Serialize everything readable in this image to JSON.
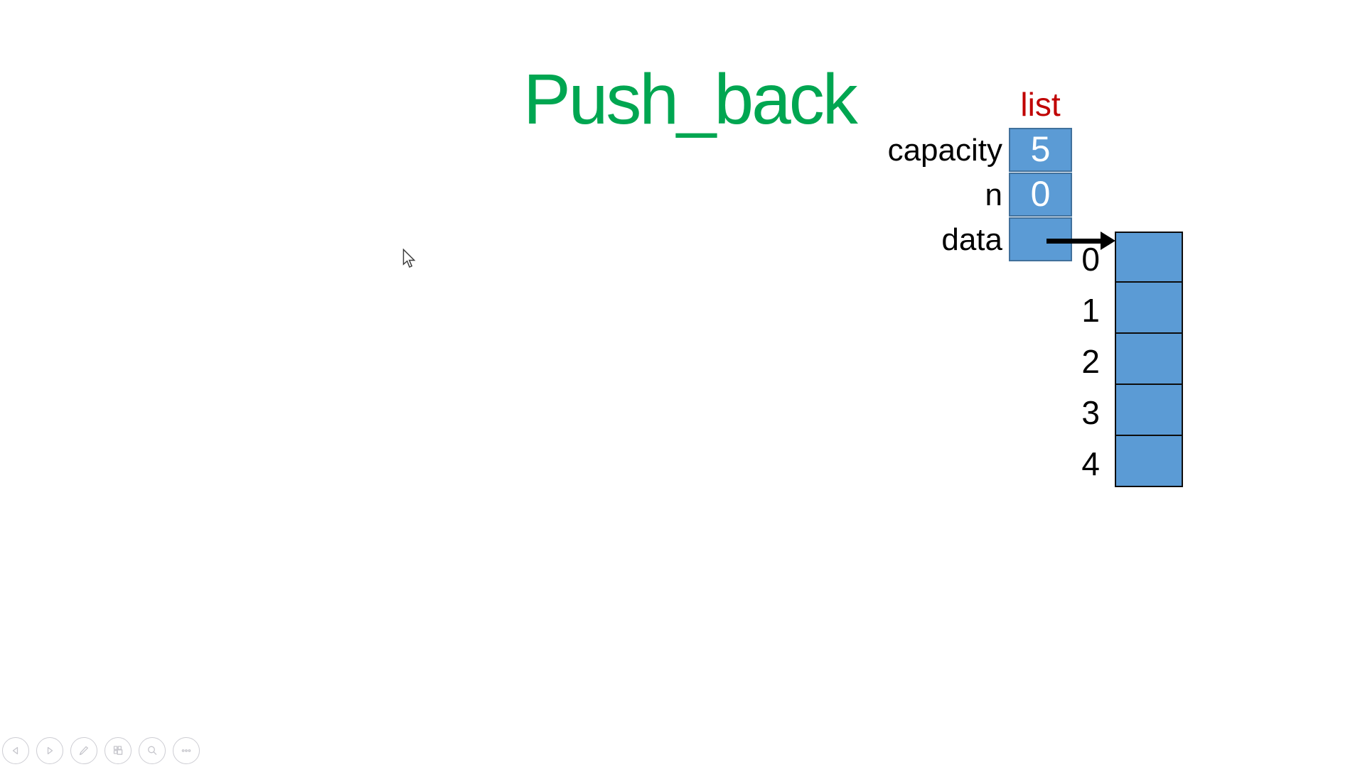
{
  "slide": {
    "title": "Push_back",
    "diagram": {
      "struct_label": "list",
      "fields": [
        {
          "label": "capacity",
          "value": "5"
        },
        {
          "label": "n",
          "value": "0"
        },
        {
          "label": "data",
          "value": ""
        }
      ],
      "array": {
        "indices": [
          "0",
          "1",
          "2",
          "3",
          "4"
        ],
        "cells": [
          "",
          "",
          "",
          "",
          ""
        ]
      }
    },
    "colors": {
      "title_green": "#00A651",
      "struct_label_red": "#C00000",
      "box_fill_blue": "#5B9BD5",
      "struct_box_border_blue": "#41719C",
      "array_border_black": "#0D0D0D",
      "label_text_black": "#000000",
      "value_text_white": "#FFFFFF"
    }
  },
  "toolbar": {
    "buttons": [
      {
        "name": "previous-slide",
        "icon": "triangle-left-icon"
      },
      {
        "name": "next-slide",
        "icon": "triangle-right-icon"
      },
      {
        "name": "pen-tools",
        "icon": "pen-icon"
      },
      {
        "name": "see-all-slides",
        "icon": "slides-grid-icon"
      },
      {
        "name": "zoom-into-slide",
        "icon": "magnifier-icon"
      },
      {
        "name": "more-options",
        "icon": "ellipsis-icon"
      }
    ]
  },
  "cursor": {
    "shape": "arrow-pointer"
  }
}
